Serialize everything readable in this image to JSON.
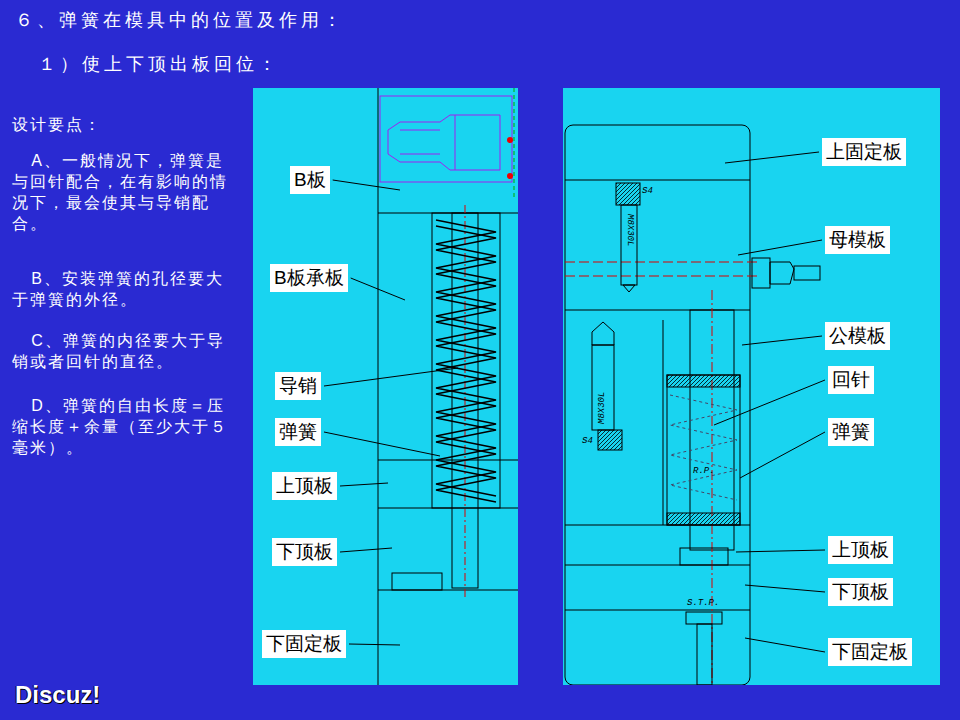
{
  "diagram": {
    "title": "６、弹簧在模具中的位置及作用：",
    "nodes": [
      {
        "text": [
          "B板"
        ]
      },
      {
        "text": [
          "B板承板"
        ]
      },
      {
        "text": [
          "导销"
        ]
      },
      {
        "text": [
          "弹簧"
        ]
      },
      {
        "text": [
          "上顶板"
        ]
      },
      {
        "text": [
          "下顶板"
        ]
      },
      {
        "text": [
          "下固定板"
        ]
      },
      {
        "text": [
          "上固定板"
        ]
      },
      {
        "text": [
          "母模板"
        ]
      },
      {
        "text": [
          "公模板"
        ]
      },
      {
        "text": [
          "回针"
        ]
      },
      {
        "text": [
          "弹簧"
        ]
      },
      {
        "text": [
          "上顶板"
        ]
      },
      {
        "text": [
          "下顶板"
        ]
      },
      {
        "text": [
          "下固定板"
        ]
      }
    ],
    "labels": [
      "１）使上下顶出板回位：",
      "设计要点：",
      "A、一般情况下，弹簧是与回针配合，在有影响的情况下，最会使其与导销配合。",
      "B、安装弹簧的孔径要大于弹簧的外径。",
      "C、弹簧的内径要大于导销或者回针的直径。",
      "D、弹簧的自由长度＝压缩长度＋余量（至少大于５毫米）。",
      "S4",
      "M8X30L",
      "M8X30L",
      "S4",
      "R.P.",
      "S.T.P.",
      "Discuz!"
    ]
  }
}
